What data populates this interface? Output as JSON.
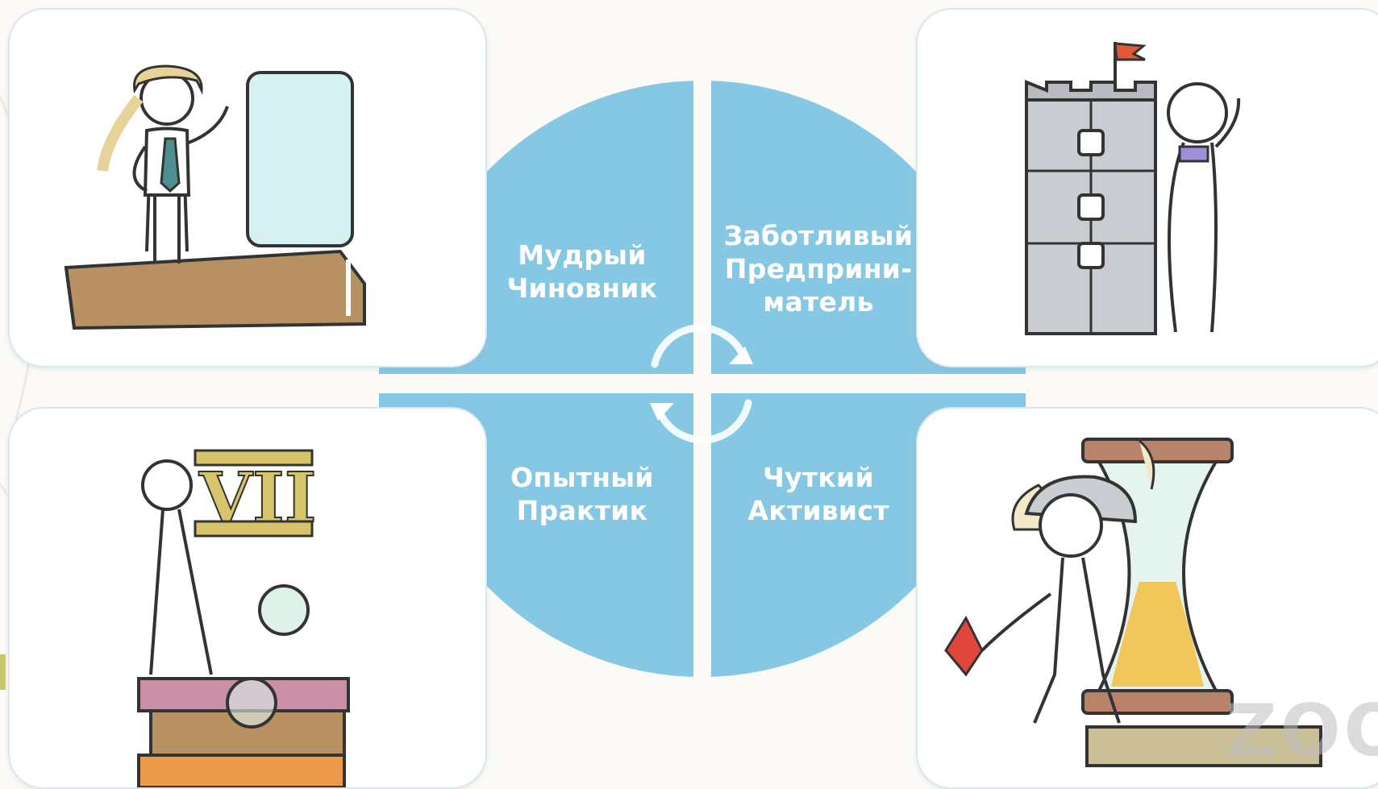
{
  "colors": {
    "quadrant_fill": "#86c8e4",
    "card_border": "#d9e7ef",
    "arrow": "#ffffff",
    "label_text": "#ffffff"
  },
  "quadrants": {
    "top_left": {
      "label": "Мудрый\nЧиновник",
      "illustration": "judge-with-book-and-scroll"
    },
    "top_right": {
      "label": "Заботливый\nПредприни-\nматель",
      "illustration": "person-with-castle-tower"
    },
    "bottom_left": {
      "label": "Опытный\nПрактик",
      "illustration": "scholar-on-books-with-roman-numeral"
    },
    "bottom_right": {
      "label": "Чуткий\nАктивист",
      "illustration": "viking-with-hourglass"
    }
  },
  "cycle_icon": "circular-arrows-icon",
  "watermark": "ZOO"
}
